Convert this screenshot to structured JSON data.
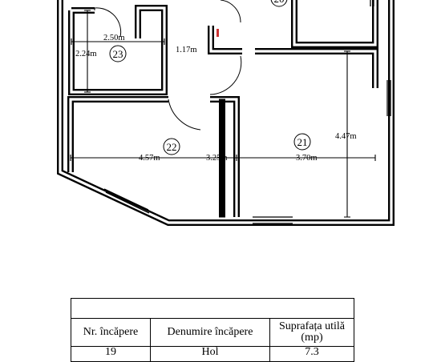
{
  "plan": {
    "rooms": [
      {
        "number": "23",
        "dims": [
          "2.50m",
          "2.24m"
        ]
      },
      {
        "number": "22",
        "dims": [
          "4.57m",
          "3.25m"
        ]
      },
      {
        "number": "21",
        "dims": [
          "3.70m",
          "4.47m"
        ]
      },
      {
        "number": "20",
        "dims": []
      }
    ],
    "hall_dim": "1.17m"
  },
  "table": {
    "caption": "",
    "headers": [
      "Nr. încăpere",
      "Denumire încăpere",
      "Suprafața utilă (mp)"
    ],
    "rows": [
      {
        "nr": "19",
        "name": "Hol",
        "area": "7.3"
      }
    ]
  }
}
